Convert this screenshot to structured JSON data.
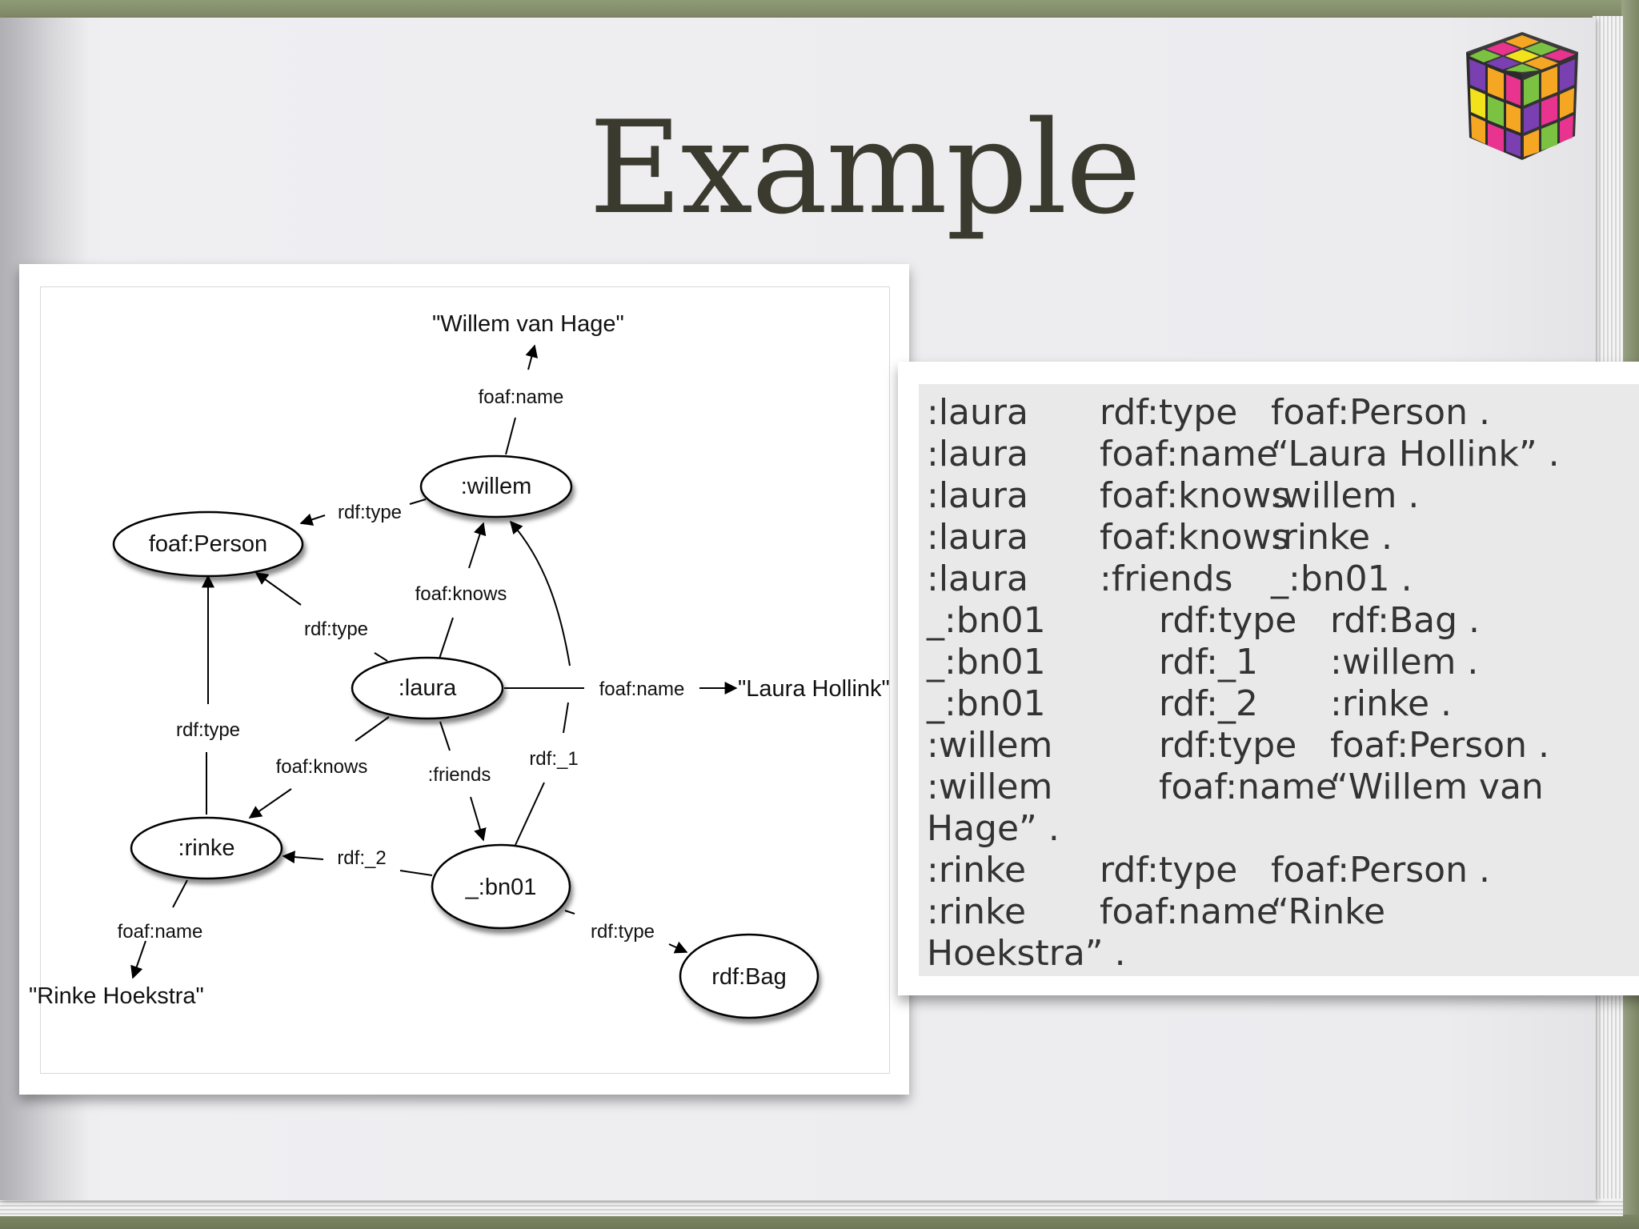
{
  "slide": {
    "title": "Example"
  },
  "diagram": {
    "nodes": {
      "willem": ":willem",
      "person": "foaf:Person",
      "laura": ":laura",
      "rinke": ":rinke",
      "bn01": "_:bn01",
      "bag": "rdf:Bag"
    },
    "literals": {
      "willem_name": "\"Willem van Hage\"",
      "laura_name": "\"Laura Hollink\"",
      "rinke_name": "\"Rinke Hoekstra\""
    },
    "edges": {
      "willem_name": "foaf:name",
      "willem_type": "rdf:type",
      "laura_knows_willem": "foaf:knows",
      "laura_type": "rdf:type",
      "laura_name": "foaf:name",
      "rinke_type": "rdf:type",
      "laura_knows_rinke": "foaf:knows",
      "laura_friends": ":friends",
      "bn01_1": "rdf:_1",
      "bn01_2": "rdf:_2",
      "rinke_name": "foaf:name",
      "bn01_type": "rdf:type"
    }
  },
  "triples": [
    {
      "s": ":laura",
      "p": "rdf:type",
      "o": "foaf:Person ."
    },
    {
      "s": ":laura",
      "p": "foaf:name",
      "o": "“Laura Hollink” ."
    },
    {
      "s": ":laura",
      "p": "foaf:knows",
      "o": ":willem ."
    },
    {
      "s": ":laura",
      "p": "foaf:knows",
      "o": ":rinke ."
    },
    {
      "s": ":laura",
      "p": ":friends",
      "o": "_:bn01 ."
    },
    {
      "s": "_:bn01",
      "p": "rdf:type",
      "o": "rdf:Bag ."
    },
    {
      "s": "_:bn01",
      "p": "rdf:_1",
      "o": ":willem ."
    },
    {
      "s": "_:bn01",
      "p": "rdf:_2",
      "o": ":rinke ."
    },
    {
      "s": ":willem",
      "p": "rdf:type",
      "o": "foaf:Person ."
    },
    {
      "s": ":willem",
      "p": "foaf:name",
      "o": "“Willem van"
    },
    {
      "s": "Hage” .",
      "p": "",
      "o": ""
    },
    {
      "s": ":rinke",
      "p": "rdf:type",
      "o": "foaf:Person ."
    },
    {
      "s": ":rinke",
      "p": "foaf:name",
      "o": "“Rinke"
    },
    {
      "s": "Hoekstra” .",
      "p": "",
      "o": ""
    }
  ],
  "colors": {
    "frame": "#8e9878",
    "page": "#ececef",
    "title": "#3a3a2e",
    "text": "#333333"
  }
}
